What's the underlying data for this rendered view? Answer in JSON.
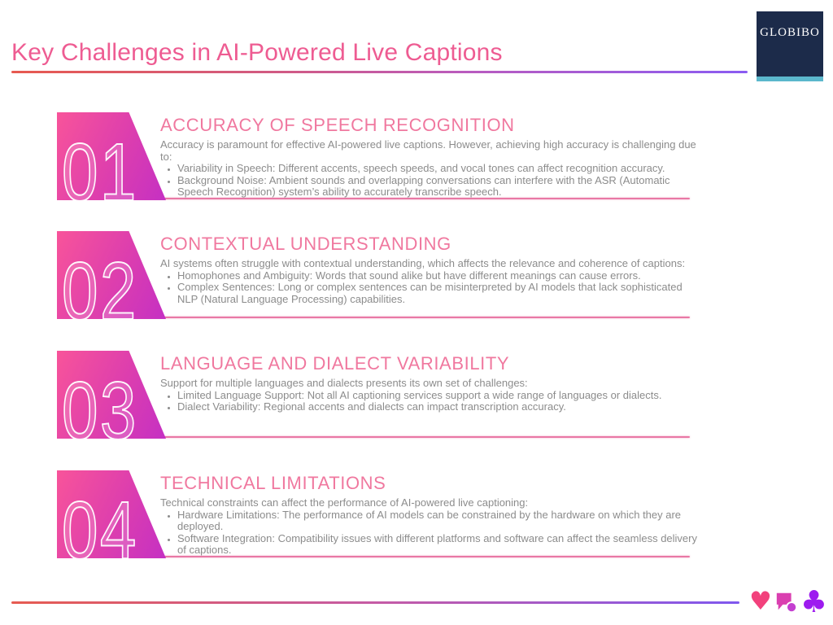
{
  "slide": {
    "title": "Key Challenges in AI-Powered Live Captions",
    "logo_text": "GLOBIBO"
  },
  "sections": [
    {
      "number": "01",
      "heading": "ACCURACY OF SPEECH RECOGNITION",
      "intro": "Accuracy is paramount for effective AI-powered live captions. However, achieving high accuracy is challenging due to:",
      "bullets": [
        "Variability in Speech: Different accents, speech speeds, and vocal tones can affect recognition accuracy.",
        "Background Noise: Ambient sounds and overlapping conversations can interfere with the ASR (Automatic Speech Recognition) system’s ability to accurately transcribe speech."
      ]
    },
    {
      "number": "02",
      "heading": "CONTEXTUAL UNDERSTANDING",
      "intro": "AI systems often struggle with contextual understanding, which affects the relevance and coherence of captions:",
      "bullets": [
        "Homophones and Ambiguity: Words that sound alike but have different meanings can cause errors.",
        "Complex Sentences: Long or complex sentences can be misinterpreted by AI models that lack sophisticated NLP (Natural Language Processing) capabilities."
      ]
    },
    {
      "number": "03",
      "heading": "LANGUAGE AND DIALECT VARIABILITY",
      "intro": "Support for multiple languages and dialects presents its own set of challenges:",
      "bullets": [
        "Limited Language Support: Not all AI captioning services support a wide range of languages or dialects.",
        "Dialect Variability: Regional accents and dialects can impact transcription accuracy."
      ]
    },
    {
      "number": "04",
      "heading": "TECHNICAL LIMITATIONS",
      "intro": "Technical constraints can affect the performance of AI-powered live captioning:",
      "bullets": [
        "Hardware Limitations: The performance of AI models can be constrained by the hardware on which they are deployed.",
        "Software Integration: Compatibility issues with different platforms and software can affect the seamless delivery of captions."
      ]
    }
  ],
  "footer": {
    "heart_glyph": "♥",
    "club_glyph": "♣",
    "icons": [
      "heart-icon",
      "chat-bubble-icon",
      "club-icon"
    ]
  },
  "colors": {
    "title_pink": "#EE5C92",
    "heading_pink": "#F0789F",
    "body_gray": "#8C8C8C",
    "shape_gradient_start": "#F8549A",
    "shape_gradient_end": "#C530C3",
    "rule_gradient_start": "#E65B51",
    "rule_gradient_end": "#7F58EE",
    "section_rule_pink": "#E978A5",
    "logo_navy": "#1C2B4A",
    "logo_teal": "#5BB7CC",
    "heart": "#F2417C",
    "chat_bubble": "#DA3FB0",
    "club": "#9D1BEF"
  }
}
